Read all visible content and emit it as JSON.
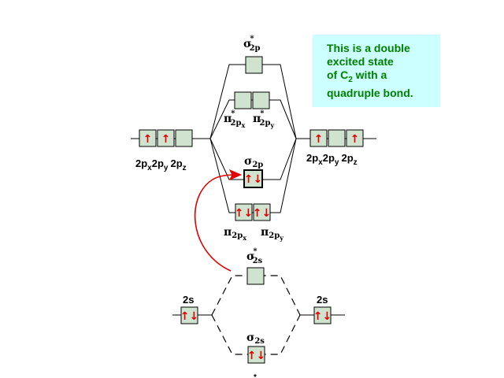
{
  "note": {
    "line1": "This is a double",
    "line2": "excited state",
    "line3a": "of C",
    "line3sub": "2",
    "line3b": " with a",
    "line4": "quadruple bond."
  },
  "labels": {
    "sigma": "σ",
    "pi": "π",
    "star": "*",
    "sub_2p": "2p",
    "sub_2s": "2s",
    "sub_2px": "2p",
    "sub_2py": "2p",
    "x": "x",
    "y": "y",
    "z": "z",
    "ao_2s": "2s",
    "ao_2": "2p"
  },
  "electrons": {
    "up": "↑",
    "pair": "↑↓"
  },
  "colors": {
    "box_fill": "#cfe3cf",
    "note_bg": "#ccffff",
    "note_text": "#008000",
    "electron": "#e00000",
    "curve": "#e00000"
  }
}
